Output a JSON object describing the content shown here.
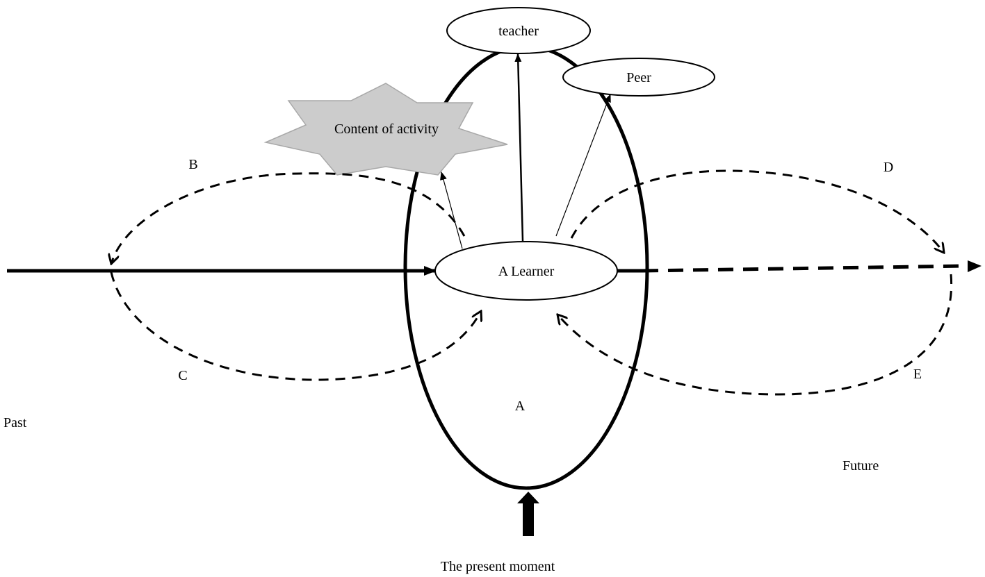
{
  "labels": {
    "teacher": "teacher",
    "peer": "Peer",
    "content": "Content of activity",
    "learner": "A Learner",
    "a": "A",
    "b": "B",
    "c": "C",
    "d": "D",
    "e": "E",
    "past": "Past",
    "future": "Future",
    "present": "The present moment"
  },
  "colors": {
    "stroke": "#000000",
    "star_fill": "#cccccc",
    "star_stroke": "#a8a8a8",
    "background": "#ffffff"
  }
}
